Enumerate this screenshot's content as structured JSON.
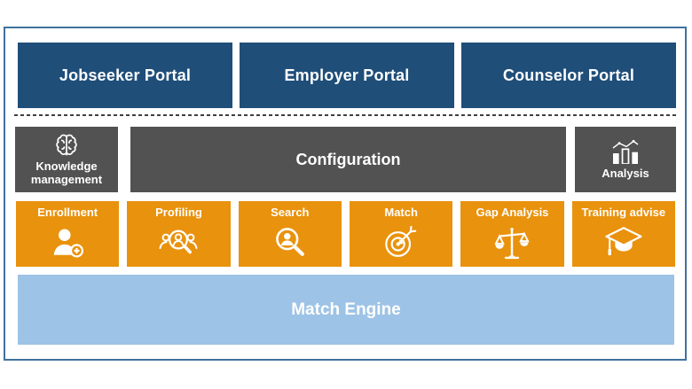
{
  "diagram": {
    "portals": [
      {
        "label": "Jobseeker Portal"
      },
      {
        "label": "Employer Portal"
      },
      {
        "label": "Counselor Portal"
      }
    ],
    "middle": {
      "knowledge": {
        "label_line1": "Knowledge",
        "label_line2": "management",
        "icon": "brain-icon"
      },
      "configuration": {
        "label": "Configuration"
      },
      "analysis": {
        "label": "Analysis",
        "icon": "bar-chart-trend-icon"
      }
    },
    "services": [
      {
        "label": "Enrollment",
        "icon": "person-add-icon"
      },
      {
        "label": "Profiling",
        "icon": "group-search-icon"
      },
      {
        "label": "Search",
        "icon": "person-search-icon"
      },
      {
        "label": "Match",
        "icon": "target-dart-icon"
      },
      {
        "label": "Gap Analysis",
        "icon": "balance-scale-icon"
      },
      {
        "label": "Training advise",
        "icon": "graduation-cap-icon"
      }
    ],
    "engine": {
      "label": "Match Engine"
    },
    "colors": {
      "portal_blue": "#1F4E79",
      "dark_gray": "#525252",
      "orange": "#E9920D",
      "engine_blue": "#9DC3E6",
      "frame_border": "#41719C",
      "separator": "#404040",
      "text": "#FFFFFF"
    }
  }
}
